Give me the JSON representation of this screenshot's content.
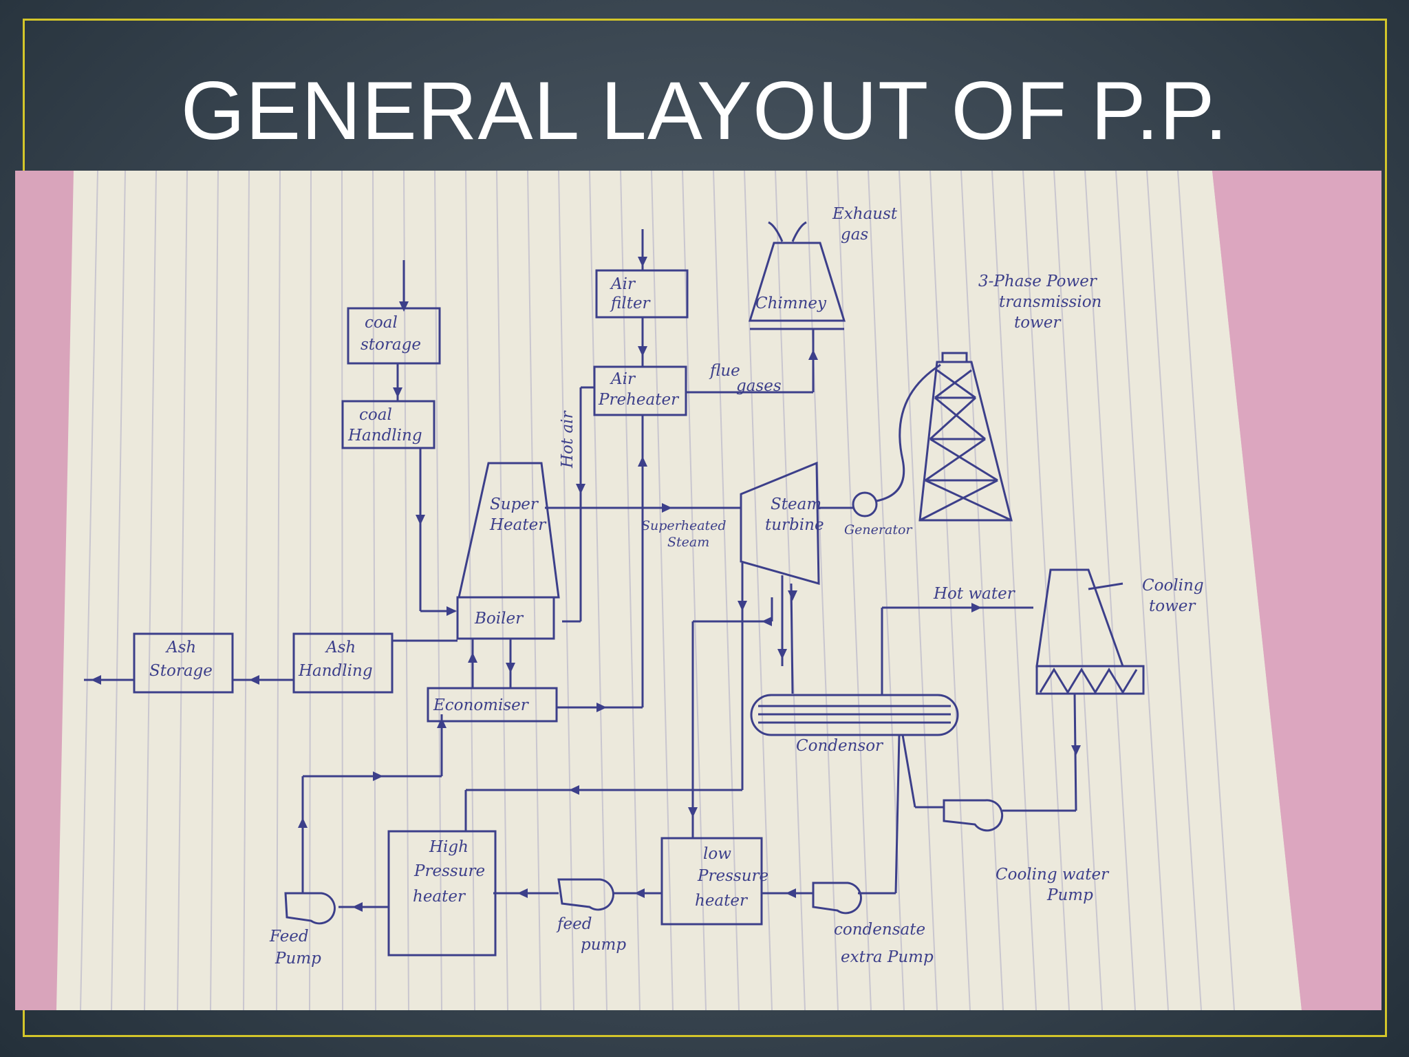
{
  "title": "GENERAL LAYOUT OF P.P.",
  "ink_color": "#3c3f8a",
  "labels": {
    "exhaust_gas": [
      "Exhaust",
      "gas"
    ],
    "chimney": "Chimney",
    "air_filter": [
      "Air",
      "filter"
    ],
    "coal_storage": [
      "coal",
      "storage"
    ],
    "coal_handling": [
      "coal",
      "Handling"
    ],
    "air_preheater": [
      "Air",
      "Preheater"
    ],
    "flue_gases": [
      "flue",
      "gases"
    ],
    "hot_air": "Hot air",
    "transmission_tower": [
      "3-Phase Power",
      "transmission",
      "tower"
    ],
    "super_heater": [
      "Super",
      "Heater"
    ],
    "superheated_steam": [
      "Superheated",
      "Steam"
    ],
    "steam_turbine": [
      "Steam",
      "turbine"
    ],
    "generator": "Generator",
    "boiler": "Boiler",
    "ash_storage": [
      "Ash",
      "Storage"
    ],
    "ash_handling": [
      "Ash",
      "Handling"
    ],
    "economiser": "Economiser",
    "hot_water": "Hot water",
    "cooling_tower": [
      "Cooling",
      "tower"
    ],
    "condenser": "Condensor",
    "high_pressure_heater": [
      "High",
      "Pressure",
      "heater"
    ],
    "low_pressure_heater": [
      "low",
      "Pressure",
      "heater"
    ],
    "feed_pump_1": [
      "Feed",
      "Pump"
    ],
    "feed_pump_2": [
      "feed",
      "pump"
    ],
    "condensate_pump": [
      "condensate",
      "extra Pump"
    ],
    "cooling_water_pump": [
      "Cooling water",
      "Pump"
    ]
  }
}
